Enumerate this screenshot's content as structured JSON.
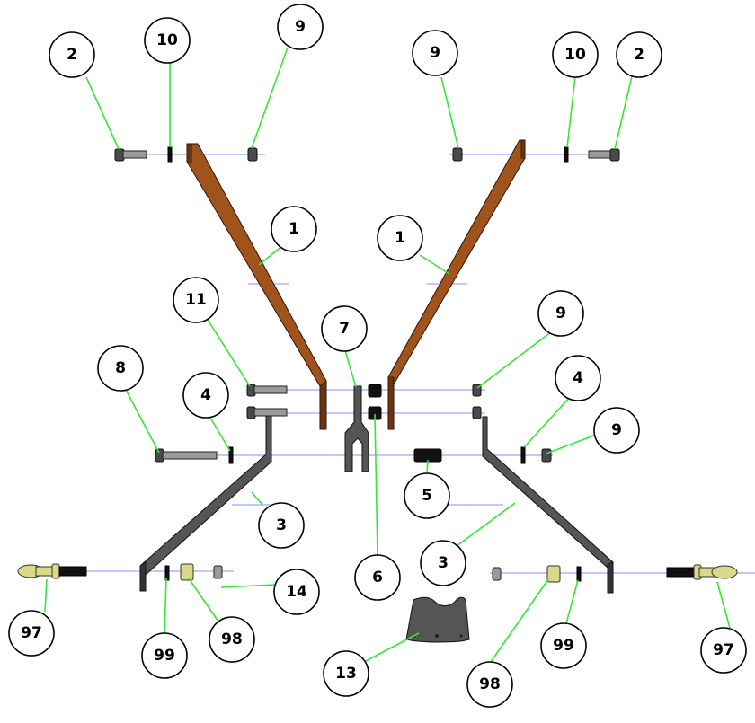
{
  "diagram": {
    "balloons": [
      {
        "id": "b2-left",
        "label": "2"
      },
      {
        "id": "b10-left",
        "label": "10"
      },
      {
        "id": "b9-top-left",
        "label": "9"
      },
      {
        "id": "b9-top-right",
        "label": "9"
      },
      {
        "id": "b10-right",
        "label": "10"
      },
      {
        "id": "b2-right",
        "label": "2"
      },
      {
        "id": "b1-left",
        "label": "1"
      },
      {
        "id": "b1-right",
        "label": "1"
      },
      {
        "id": "b11",
        "label": "11"
      },
      {
        "id": "b7",
        "label": "7"
      },
      {
        "id": "b9-mid-right",
        "label": "9"
      },
      {
        "id": "b8",
        "label": "8"
      },
      {
        "id": "b4-left",
        "label": "4"
      },
      {
        "id": "b4-right",
        "label": "4"
      },
      {
        "id": "b9-low-right",
        "label": "9"
      },
      {
        "id": "b5",
        "label": "5"
      },
      {
        "id": "b3-left",
        "label": "3"
      },
      {
        "id": "b3-right",
        "label": "3"
      },
      {
        "id": "b6",
        "label": "6"
      },
      {
        "id": "b14",
        "label": "14"
      },
      {
        "id": "b97-left",
        "label": "97"
      },
      {
        "id": "b99-left",
        "label": "99"
      },
      {
        "id": "b98-left",
        "label": "98"
      },
      {
        "id": "b13",
        "label": "13"
      },
      {
        "id": "b98-right",
        "label": "98"
      },
      {
        "id": "b99-right",
        "label": "99"
      },
      {
        "id": "b97-right",
        "label": "97"
      }
    ],
    "colors": {
      "leader": "#33e833",
      "axis": "#8c8cff",
      "arm_upper": "#a0541c",
      "arm_lower": "#555555",
      "pin": "#d9d98a"
    }
  }
}
